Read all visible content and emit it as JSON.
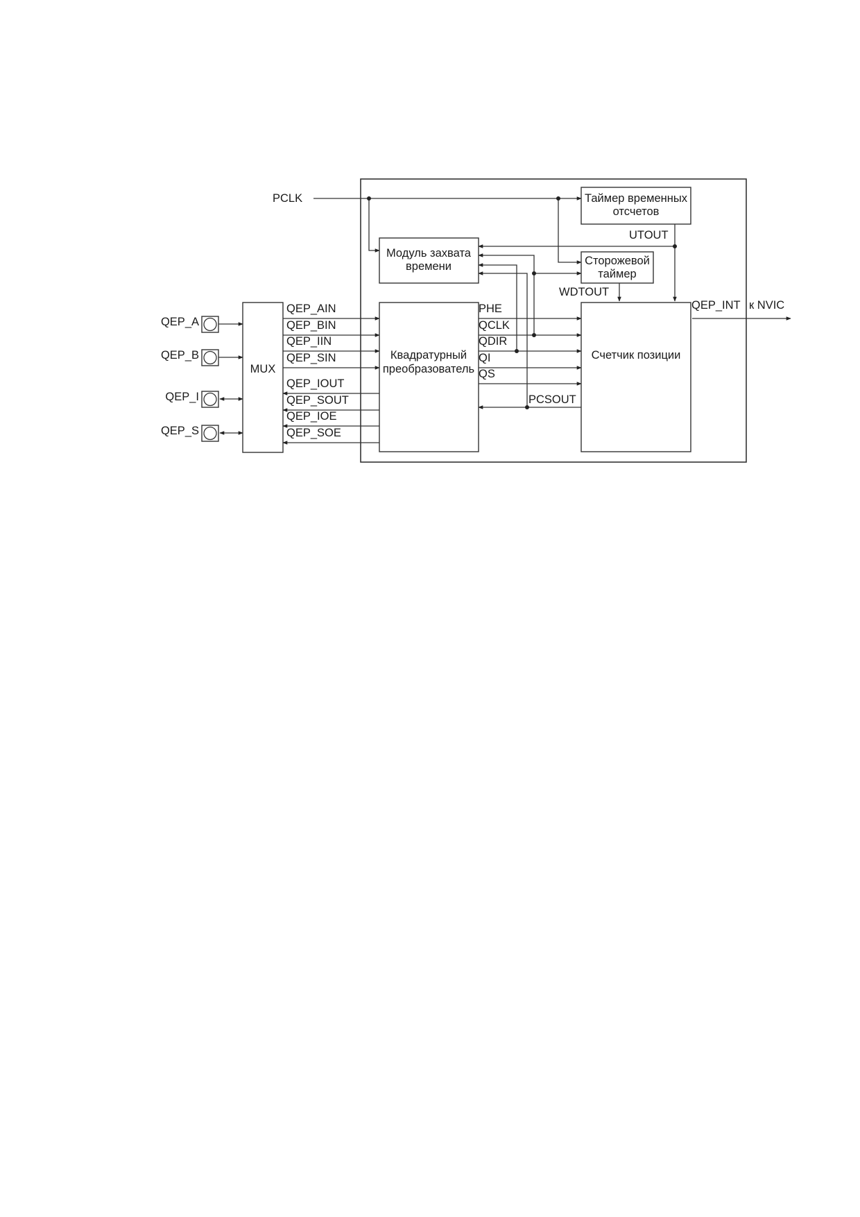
{
  "blocks": {
    "timer": [
      "Таймер временных",
      "отсчетов"
    ],
    "capture": [
      "Модуль захвата",
      "времени"
    ],
    "watchdog": [
      "Сторожевой",
      "таймер"
    ],
    "decoder": [
      "Квадратурный",
      "преобразователь"
    ],
    "counter": "Счетчик позиции",
    "mux": "MUX"
  },
  "pins": [
    "QEP_A",
    "QEP_B",
    "QEP_I",
    "QEP_S"
  ],
  "signals": {
    "pclk": "PCLK",
    "utout": "UTOUT",
    "wdtout": "WDTOUT",
    "qep_int": "QEP_INT",
    "nvic": "к NVIC",
    "pcsout": "PCSOUT",
    "mux_in": [
      "QEP_AIN",
      "QEP_BIN",
      "QEP_IIN",
      "QEP_SIN"
    ],
    "mux_out": [
      "QEP_IOUT",
      "QEP_SOUT",
      "QEP_IOE",
      "QEP_SOE"
    ],
    "decoder_out": [
      "PHE",
      "QCLK",
      "QDIR",
      "QI",
      "QS"
    ]
  }
}
